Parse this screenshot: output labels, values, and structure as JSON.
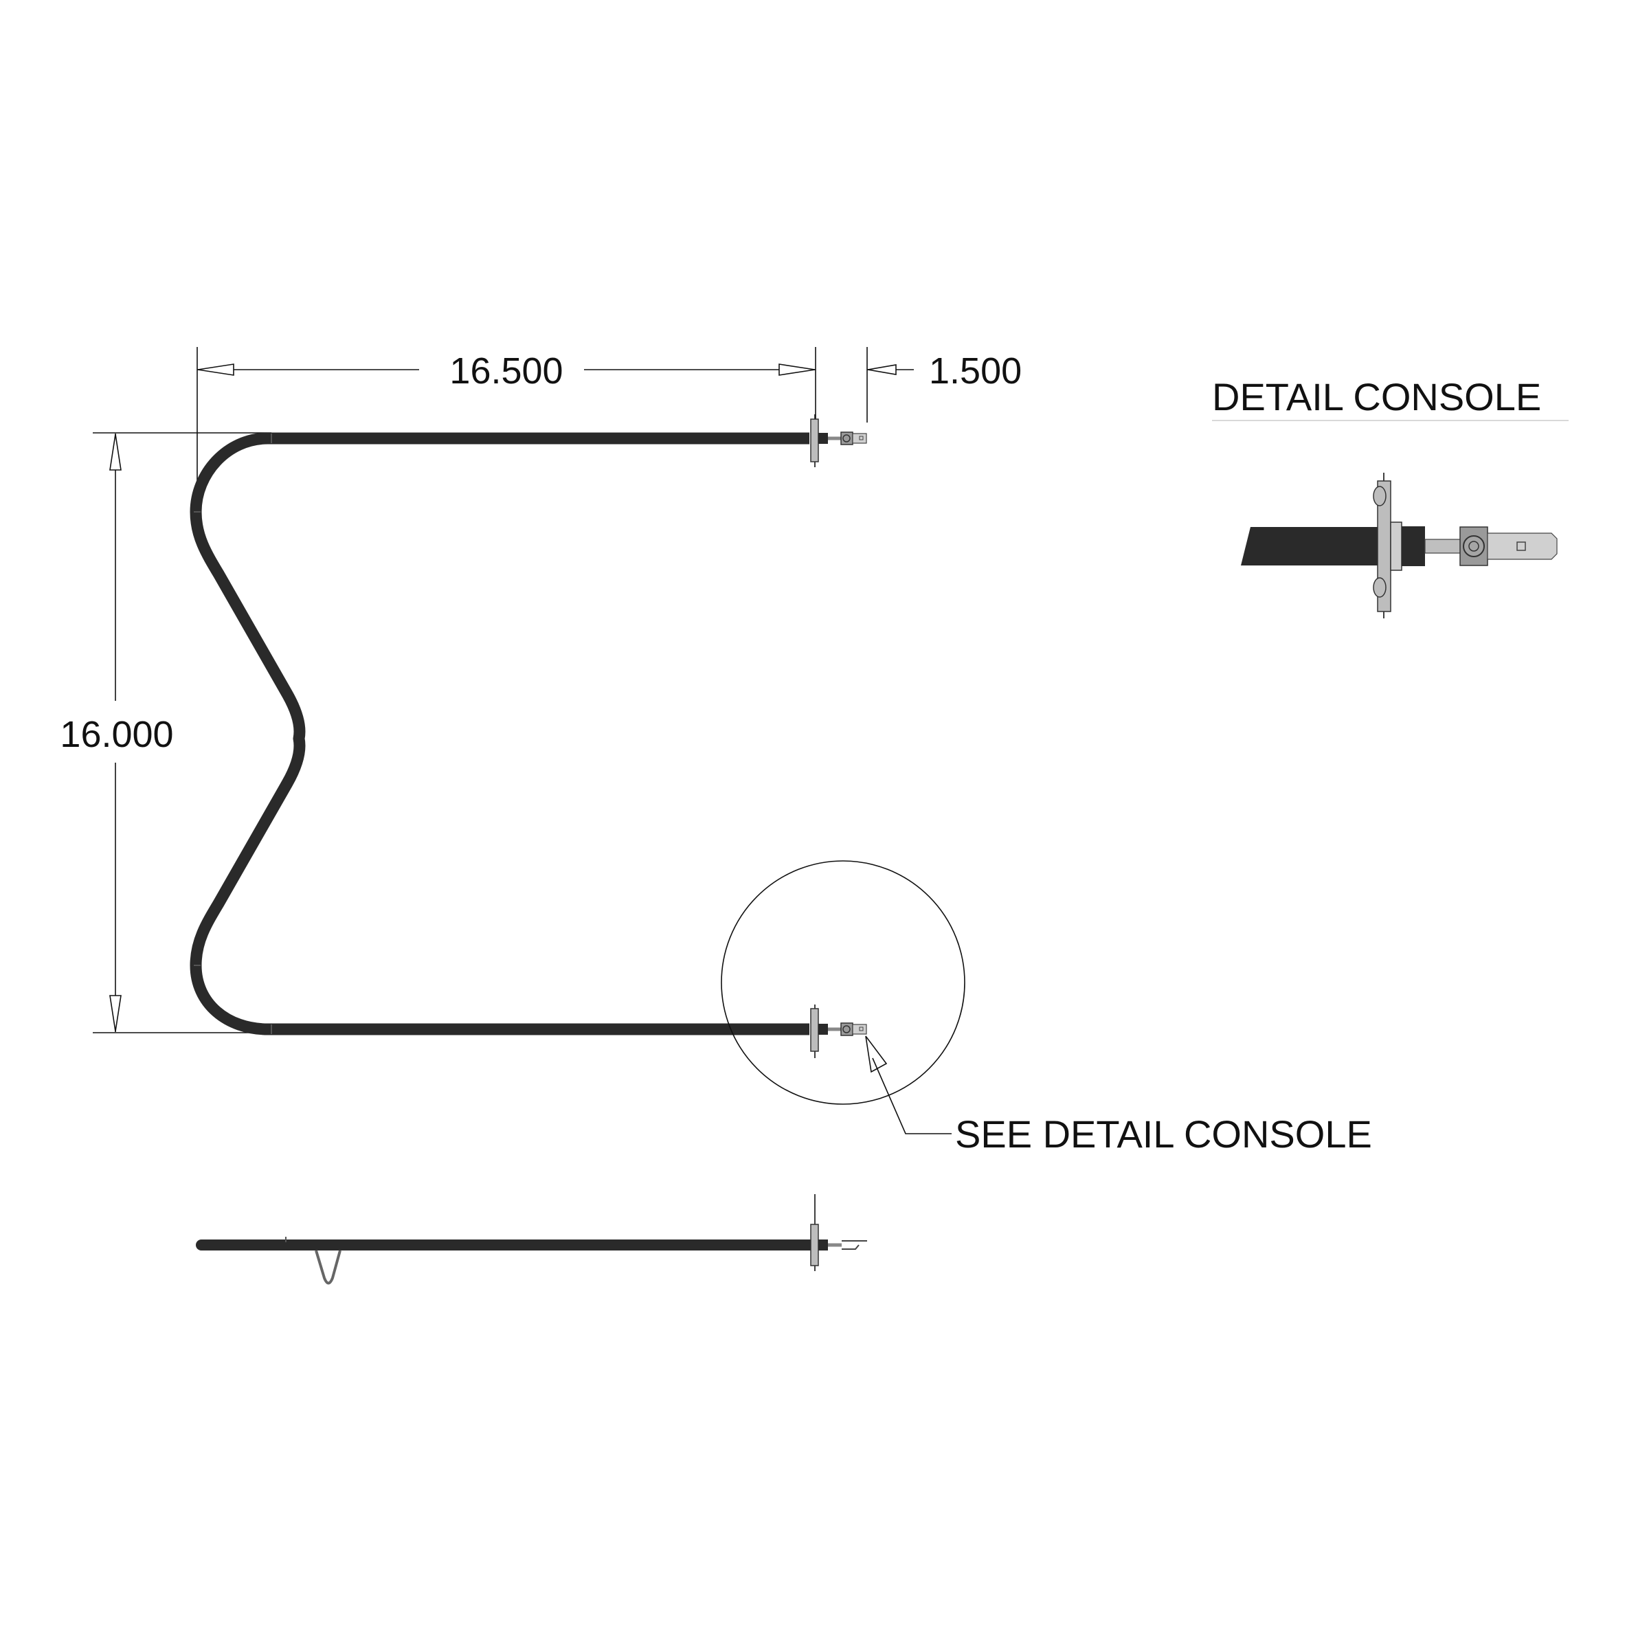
{
  "dimensions": {
    "width": "16.500",
    "offset": "1.500",
    "height": "16.000"
  },
  "detail": {
    "title": "DETAIL CONSOLE",
    "callout": "SEE DETAIL CONSOLE"
  },
  "colors": {
    "line": "#111111",
    "element": "#2a2a2a",
    "terminal": "#9a9a9a",
    "background": "#ffffff"
  }
}
